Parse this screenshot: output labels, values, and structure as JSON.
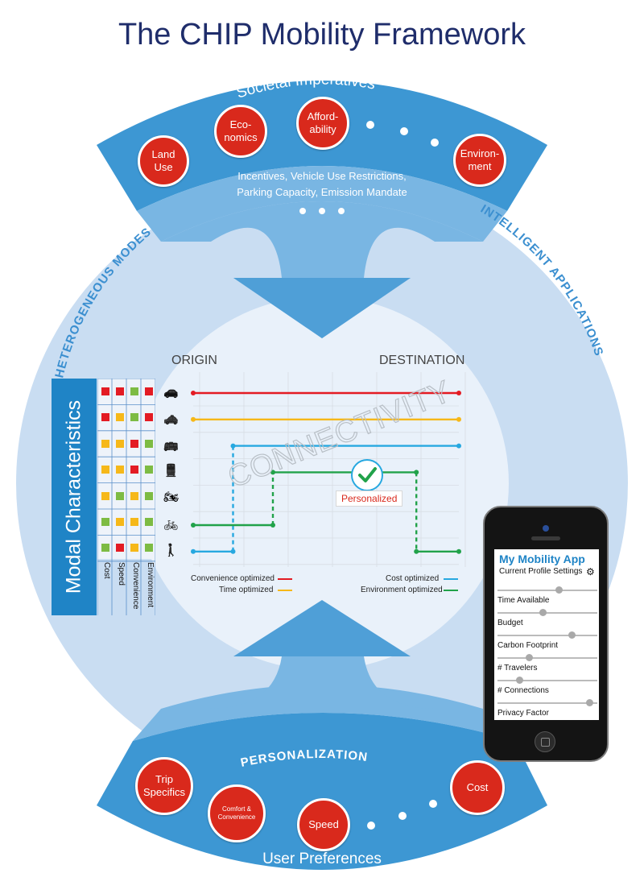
{
  "title": "The CHIP Mobility Framework",
  "top_arc": {
    "label": "Societal Imperatives",
    "items": [
      "Land Use",
      "Eco-nomics",
      "Afford-ability",
      "Environ-ment"
    ],
    "policies_line1": "Incentives, Vehicle Use Restrictions,",
    "policies_line2": "Parking Capacity, Emission Mandate"
  },
  "side_labels": {
    "left": "HETEROGENEOUS MODES",
    "right": "INTELLIGENT APPLICATIONS"
  },
  "center": {
    "origin": "ORIGIN",
    "destination": "DESTINATION",
    "watermark": "CONNECTIVITY",
    "badge": "Personalized"
  },
  "modal": {
    "label": "Modal Characteristics",
    "columns": [
      "Cost",
      "Speed",
      "Convenience",
      "Environment"
    ],
    "modes": [
      "car-icon",
      "taxi-icon",
      "bus-icon",
      "train-icon",
      "motorcycle-icon",
      "bicycle-icon",
      "pedestrian-icon"
    ],
    "ratings": [
      [
        "red",
        "red",
        "green",
        "red"
      ],
      [
        "red",
        "yellow",
        "green",
        "red"
      ],
      [
        "yellow",
        "yellow",
        "red",
        "green"
      ],
      [
        "yellow",
        "yellow",
        "red",
        "green"
      ],
      [
        "yellow",
        "green",
        "yellow",
        "green"
      ],
      [
        "green",
        "yellow",
        "yellow",
        "green"
      ],
      [
        "green",
        "red",
        "yellow",
        "green"
      ]
    ]
  },
  "chart_data": {
    "type": "line",
    "note": "mode index per stage along the trip, 0 = car ... 6 = walk",
    "series": [
      {
        "name": "Convenience optimized",
        "color": "#e31b23",
        "path": [
          [
            0,
            0
          ],
          [
            1,
            0
          ]
        ]
      },
      {
        "name": "Time optimized",
        "color": "#f6b819",
        "path": [
          [
            0,
            1
          ],
          [
            1,
            1
          ]
        ]
      },
      {
        "name": "Cost optimized",
        "color": "#27a8e0",
        "path": [
          [
            0,
            6
          ],
          [
            0.15,
            6
          ],
          [
            0.15,
            2
          ],
          [
            1,
            2
          ]
        ]
      },
      {
        "name": "Environment optimized",
        "color": "#21a24a",
        "path": [
          [
            0,
            5
          ],
          [
            0.3,
            5
          ],
          [
            0.3,
            3
          ],
          [
            0.84,
            3
          ],
          [
            0.84,
            6
          ],
          [
            1,
            6
          ]
        ]
      }
    ]
  },
  "legend": {
    "convenience": "Convenience optimized",
    "time": "Time optimized",
    "cost": "Cost optimized",
    "environment": "Environment optimized"
  },
  "bottom_arc": {
    "label": "PERSONALIZATION",
    "items": [
      "Trip Specifics",
      "Comfort & Convenience",
      "Speed",
      "Cost"
    ],
    "caption": "User Preferences"
  },
  "phone": {
    "app_title": "My Mobility App",
    "subtitle": "Current Profile Settings",
    "settings": [
      {
        "label": "Time Available",
        "value": 0.62
      },
      {
        "label": "Budget",
        "value": 0.45
      },
      {
        "label": "Carbon Footprint",
        "value": 0.76
      },
      {
        "label": "# Travelers",
        "value": 0.3
      },
      {
        "label": "# Connections",
        "value": 0.2
      },
      {
        "label": "Privacy Factor",
        "value": 0.95
      }
    ]
  },
  "colors": {
    "accent": "#1f84c6",
    "ring": "#c9ddf2",
    "arc": "#3d97d3",
    "badge_red": "#d9291c"
  }
}
